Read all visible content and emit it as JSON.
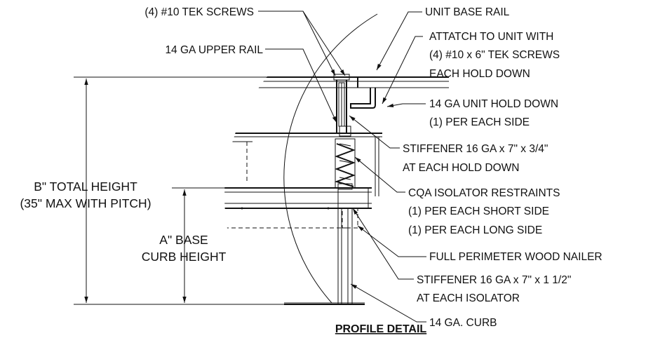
{
  "labels": {
    "tek_screws": "(4) #10 TEK SCREWS",
    "upper_rail": "14 GA UPPER RAIL",
    "unit_base_rail": "UNIT BASE RAIL",
    "attach_1": "ATTATCH TO UNIT WITH",
    "attach_2": "(4) #10 x 6\" TEK SCREWS",
    "attach_3": "EACH HOLD DOWN",
    "hold_down_1": "14 GA UNIT HOLD DOWN",
    "hold_down_2": "(1) PER EACH SIDE",
    "stiffener_a_1": "STIFFENER 16 GA x 7\" x 3/4\"",
    "stiffener_a_2": "AT EACH HOLD DOWN",
    "cqa_1": "CQA ISOLATOR RESTRAINTS",
    "cqa_2": "(1) PER EACH SHORT SIDE",
    "cqa_3": "(1) PER EACH LONG SIDE",
    "nailer": "FULL PERIMETER WOOD NAILER",
    "stiffener_b_1": "STIFFENER 16 GA x 7\" x 1 1/2\"",
    "stiffener_b_2": "AT EACH ISOLATOR",
    "curb": "14 GA. CURB",
    "total_height_1": "B\" TOTAL HEIGHT",
    "total_height_2": "(35\" MAX WITH PITCH)",
    "base_height_1": "A\" BASE",
    "base_height_2": "CURB HEIGHT"
  },
  "title": "PROFILE DETAIL"
}
